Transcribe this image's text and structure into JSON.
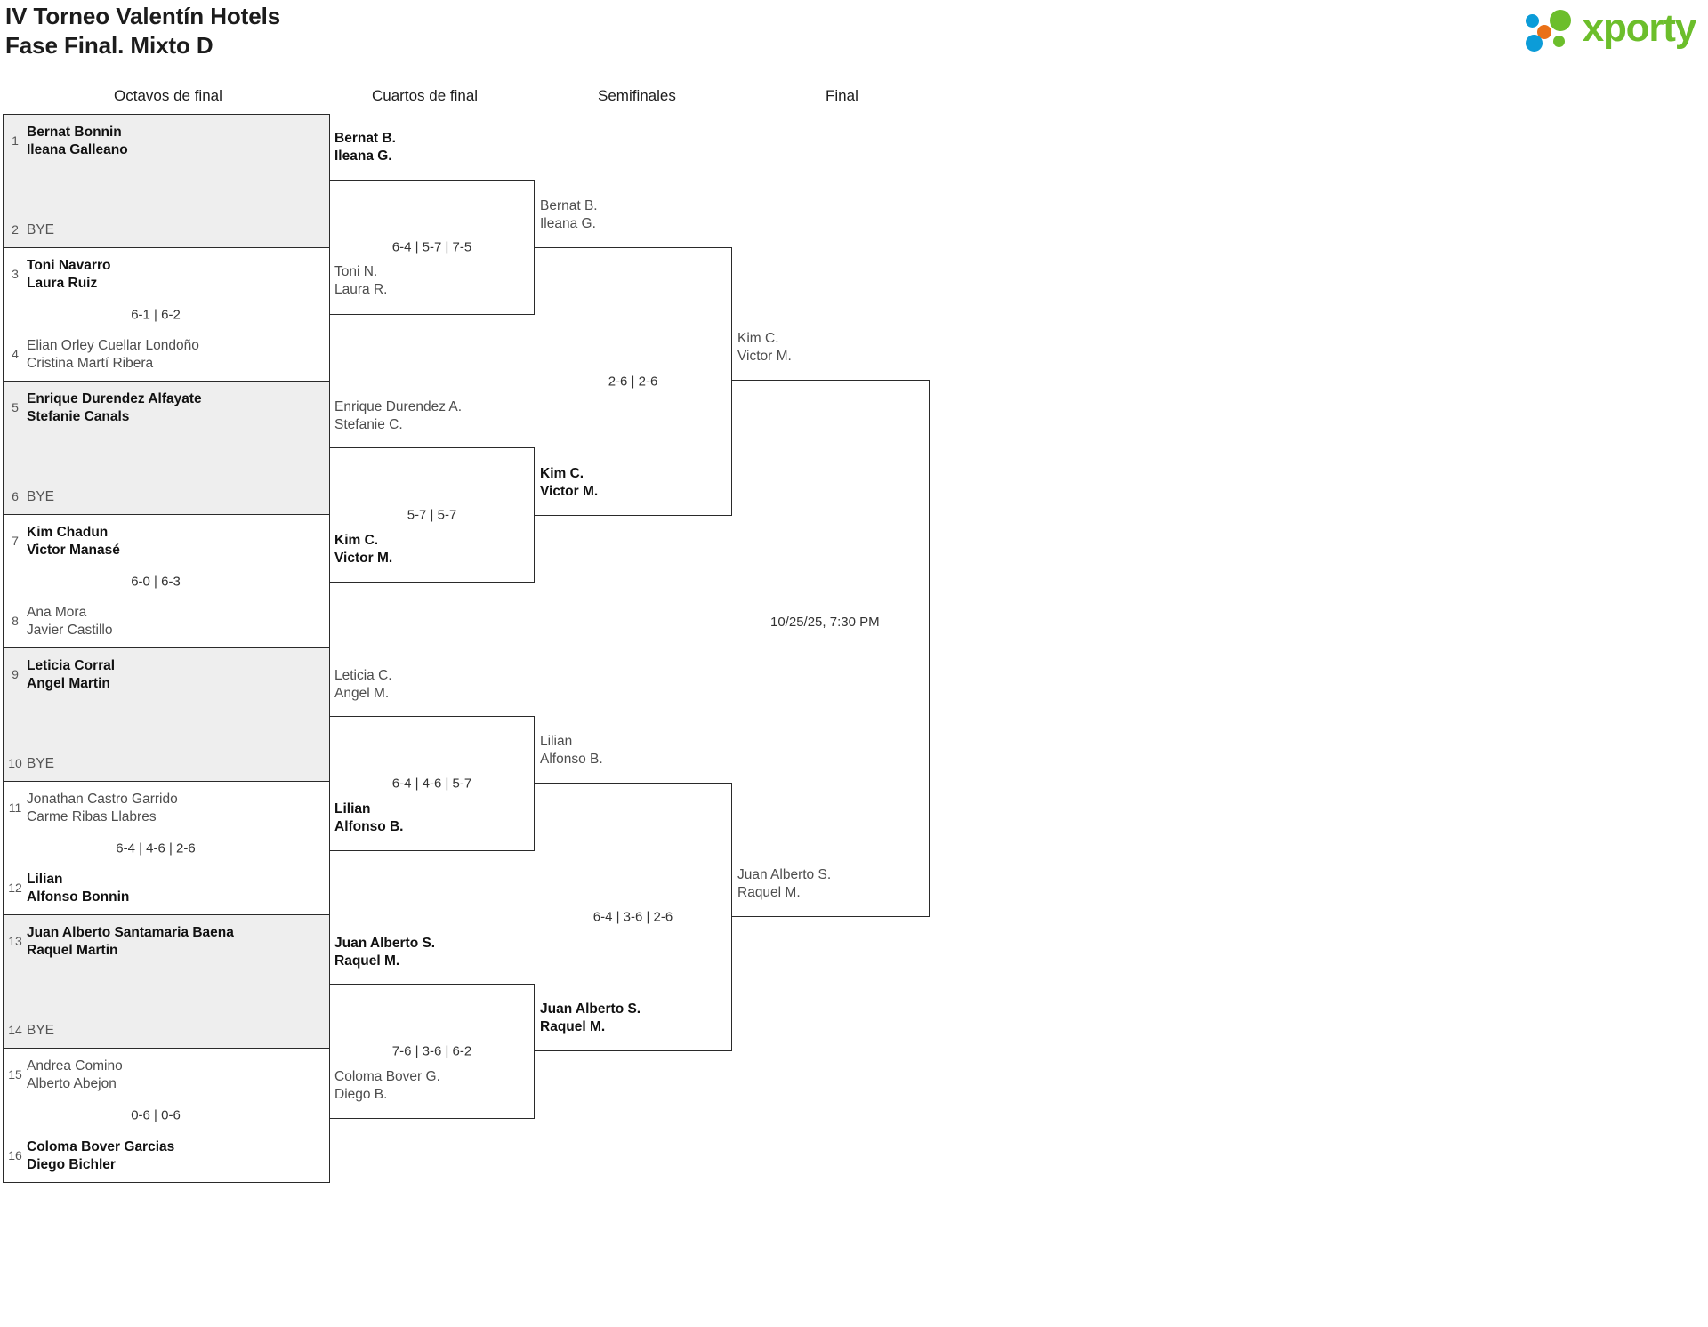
{
  "header": {
    "title_line1": "IV Torneo Valentín Hotels",
    "title_line2": "Fase Final. Mixto D",
    "logo_text": "xporty"
  },
  "rounds": [
    {
      "label": "Octavos de final"
    },
    {
      "label": "Cuartos de final"
    },
    {
      "label": "Semifinales"
    },
    {
      "label": "Final"
    }
  ],
  "round1": [
    {
      "shaded": true,
      "top": {
        "seed": "1",
        "p1": "Bernat Bonnin",
        "p2": "Ileana Galleano",
        "result": "win"
      },
      "bottom": {
        "seed": "2",
        "bye": "BYE",
        "result": "bye"
      },
      "score": ""
    },
    {
      "shaded": false,
      "top": {
        "seed": "3",
        "p1": "Toni Navarro",
        "p2": "Laura Ruiz",
        "result": "win"
      },
      "bottom": {
        "seed": "4",
        "p1": "Elian Orley Cuellar Londoño",
        "p2": "Cristina Martí Ribera",
        "result": "lose"
      },
      "score": "6-1 | 6-2"
    },
    {
      "shaded": true,
      "top": {
        "seed": "5",
        "p1": "Enrique Durendez Alfayate",
        "p2": "Stefanie Canals",
        "result": "win"
      },
      "bottom": {
        "seed": "6",
        "bye": "BYE",
        "result": "bye"
      },
      "score": ""
    },
    {
      "shaded": false,
      "top": {
        "seed": "7",
        "p1": "Kim Chadun",
        "p2": "Victor Manasé",
        "result": "win"
      },
      "bottom": {
        "seed": "8",
        "p1": "Ana Mora",
        "p2": "Javier Castillo",
        "result": "lose"
      },
      "score": "6-0 | 6-3"
    },
    {
      "shaded": true,
      "top": {
        "seed": "9",
        "p1": "Leticia Corral",
        "p2": "Angel Martin",
        "result": "win"
      },
      "bottom": {
        "seed": "10",
        "bye": "BYE",
        "result": "bye"
      },
      "score": ""
    },
    {
      "shaded": false,
      "top": {
        "seed": "11",
        "p1": "Jonathan Castro Garrido",
        "p2": "Carme Ribas Llabres",
        "result": "lose"
      },
      "bottom": {
        "seed": "12",
        "p1": "Lilian",
        "p2": "Alfonso Bonnin",
        "result": "win"
      },
      "score": "6-4 | 4-6 | 2-6"
    },
    {
      "shaded": true,
      "top": {
        "seed": "13",
        "p1": "Juan Alberto Santamaria Baena",
        "p2": "Raquel Martin",
        "result": "win"
      },
      "bottom": {
        "seed": "14",
        "bye": "BYE",
        "result": "bye"
      },
      "score": ""
    },
    {
      "shaded": false,
      "top": {
        "seed": "15",
        "p1": "Andrea Comino",
        "p2": "Alberto Abejon",
        "result": "lose"
      },
      "bottom": {
        "seed": "16",
        "p1": "Coloma Bover Garcias",
        "p2": "Diego Bichler",
        "result": "win"
      },
      "score": "0-6 | 0-6"
    }
  ],
  "round2": [
    {
      "top": {
        "p1": "Bernat B.",
        "p2": "Ileana G.",
        "result": "win"
      },
      "bottom": {
        "p1": "Toni N.",
        "p2": "Laura R.",
        "result": "lose"
      },
      "score": "6-4 | 5-7 | 7-5"
    },
    {
      "top": {
        "p1": "Enrique Durendez A.",
        "p2": "Stefanie C.",
        "result": "lose"
      },
      "bottom": {
        "p1": "Kim C.",
        "p2": "Victor M.",
        "result": "win"
      },
      "score": "5-7 | 5-7"
    },
    {
      "top": {
        "p1": "Leticia C.",
        "p2": "Angel M.",
        "result": "lose"
      },
      "bottom": {
        "p1": "Lilian",
        "p2": "Alfonso B.",
        "result": "win"
      },
      "score": "6-4 | 4-6 | 5-7"
    },
    {
      "top": {
        "p1": "Juan Alberto S.",
        "p2": "Raquel M.",
        "result": "win"
      },
      "bottom": {
        "p1": "Coloma Bover G.",
        "p2": "Diego B.",
        "result": "lose"
      },
      "score": "7-6 | 3-6 | 6-2"
    }
  ],
  "round3": [
    {
      "top": {
        "p1": "Bernat B.",
        "p2": "Ileana G.",
        "result": "lose"
      },
      "bottom": {
        "p1": "Kim C.",
        "p2": "Victor M.",
        "result": "win"
      },
      "score": "2-6 | 2-6"
    },
    {
      "top": {
        "p1": "Lilian",
        "p2": "Alfonso B.",
        "result": "lose"
      },
      "bottom": {
        "p1": "Juan Alberto S.",
        "p2": "Raquel M.",
        "result": "win"
      },
      "score": "6-4 | 3-6 | 2-6"
    }
  ],
  "round4": {
    "top": {
      "p1": "Kim C.",
      "p2": "Victor M.",
      "result": "lose"
    },
    "bottom": {
      "p1": "Juan Alberto S.",
      "p2": "Raquel M.",
      "result": "lose"
    },
    "score": "10/25/25, 7:30 PM"
  }
}
